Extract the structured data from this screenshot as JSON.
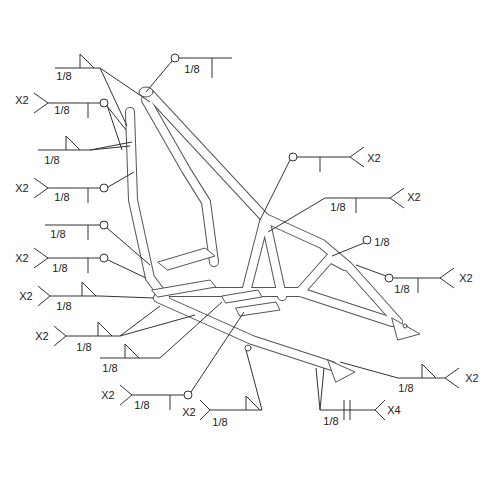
{
  "diagram": {
    "labels": [
      "1/8",
      "1/8",
      "X2",
      "1/8",
      "1/8",
      "X2",
      "1/8",
      "X2",
      "1/8",
      "X2",
      "1/8",
      "1/8",
      "X2",
      "1/8",
      "X2",
      "1/8",
      "X2",
      "1/8",
      "X2",
      "1/8",
      "1/8",
      "X2",
      "1/8",
      "X2",
      "1/8",
      "X2",
      "1/8",
      "X4",
      "1/8"
    ]
  }
}
